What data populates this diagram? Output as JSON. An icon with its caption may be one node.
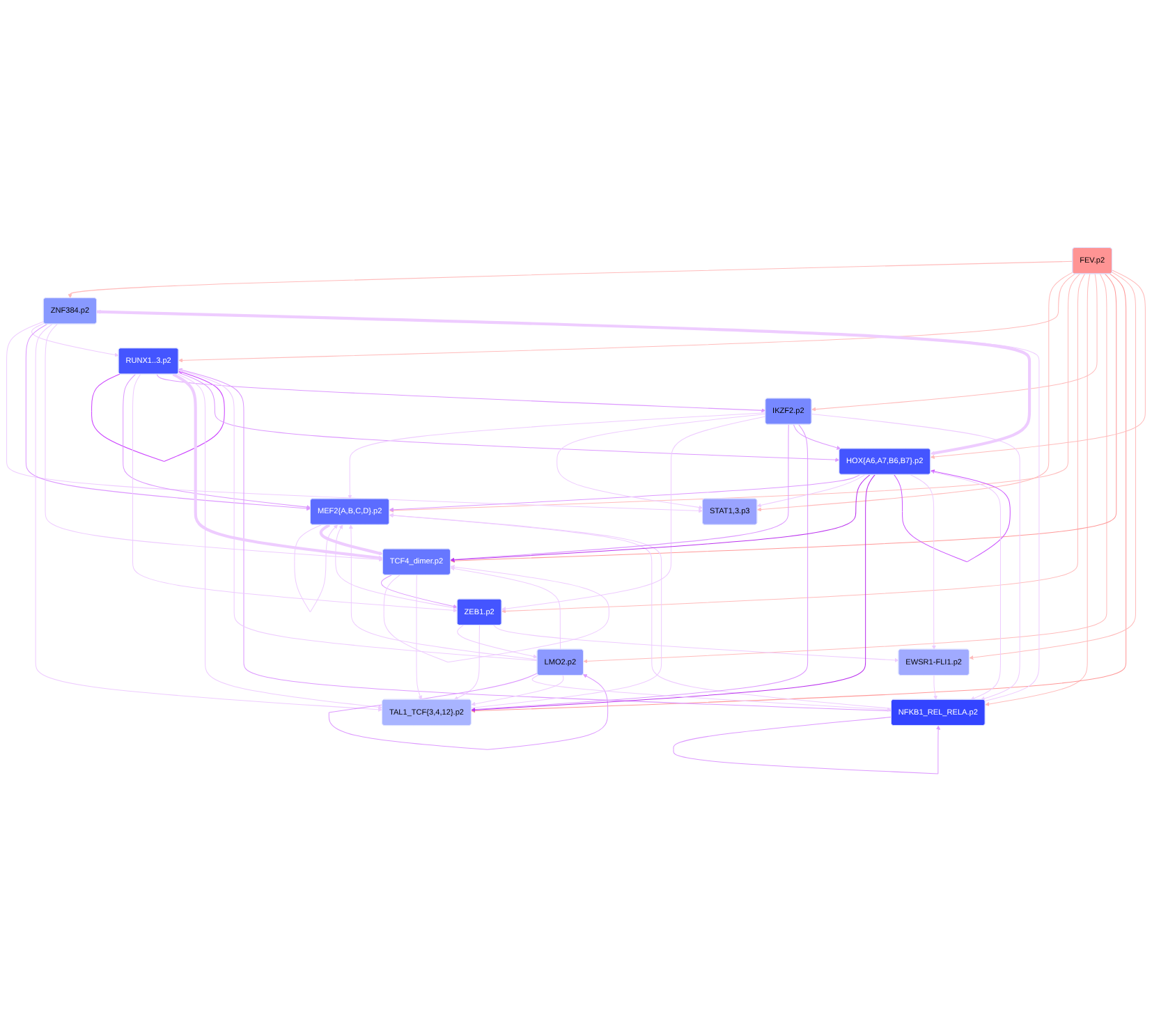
{
  "diagram": {
    "nodes": [
      {
        "text": [
          "ZNF384.p2"
        ]
      },
      {
        "text": [
          "STAT1,3.p3"
        ]
      },
      {
        "text": [
          "RUNX1..3.p2"
        ]
      },
      {
        "text": [
          "MEF2{A,B,C,D}.p2"
        ]
      },
      {
        "text": [
          "ZEB1.p2"
        ]
      },
      {
        "text": [
          "NFKB1_REL_RELA.p2"
        ]
      },
      {
        "text": [
          "FEV.p2"
        ]
      },
      {
        "text": [
          "IKZF2.p2"
        ]
      },
      {
        "text": [
          "LMO2.p2"
        ]
      },
      {
        "text": [
          "TCF4_dimer.p2"
        ]
      },
      {
        "text": [
          "EWSR1-FLI1.p2"
        ]
      },
      {
        "text": [
          "TAL1_TCF{3,4,12}.p2"
        ]
      },
      {
        "text": [
          "HOX{A6,A7,B6,B7}.p2"
        ]
      }
    ],
    "edges": [
      {
        "from": 6,
        "to": 0,
        "arrow": "to",
        "color": "#ffbbbb"
      },
      {
        "from": 6,
        "to": 1,
        "arrow": "to",
        "color": "#ffbbbb"
      },
      {
        "from": 6,
        "to": 2,
        "arrow": "to",
        "color": "#ffbbbb"
      },
      {
        "from": 6,
        "to": 3,
        "arrow": "to",
        "color": "#ffbbbb"
      },
      {
        "from": 6,
        "to": 4,
        "arrow": "to",
        "color": "#ffbbbb"
      },
      {
        "from": 6,
        "to": 5,
        "arrow": "to",
        "color": "#ffbbbb"
      },
      {
        "from": 6,
        "to": 7,
        "arrow": "to",
        "color": "#ffbbbb"
      },
      {
        "from": 6,
        "to": 8,
        "arrow": "to",
        "color": "#ffbbbb"
      },
      {
        "from": 6,
        "to": 9,
        "arrow": "to",
        "color": "#ff9999"
      },
      {
        "from": 6,
        "to": 11,
        "arrow": "to",
        "color": "#ff9999"
      },
      {
        "from": 6,
        "to": 10,
        "arrow": "to",
        "color": "#ffbbbb"
      },
      {
        "from": 6,
        "to": 12,
        "arrow": "to",
        "color": "#ffbbbb"
      },
      {
        "from": 0,
        "to": 1,
        "arrow": "to"
      },
      {
        "from": 0,
        "to": 2,
        "arrow": "to"
      },
      {
        "from": 0,
        "to": 3,
        "arrow": "to",
        "color": "#dd99ff"
      },
      {
        "from": 0,
        "to": 11,
        "arrow": "to"
      },
      {
        "from": 0,
        "to": 9,
        "arrow": "to"
      },
      {
        "from": 0,
        "to": 12,
        "arrow": "to",
        "style": "thick"
      },
      {
        "from": 5,
        "to": 0,
        "arrow": "to"
      },
      {
        "from": 2,
        "to": 2,
        "arrow": "to",
        "color": "#cc44ff"
      },
      {
        "from": 2,
        "to": 3,
        "arrow": "to",
        "color": "#dd99ff"
      },
      {
        "from": 5,
        "to": 2,
        "arrow": "to",
        "color": "#dd99ff"
      },
      {
        "from": 2,
        "to": 4,
        "arrow": "to"
      },
      {
        "from": 2,
        "to": 7,
        "arrow": "to",
        "color": "#dd99ff"
      },
      {
        "from": 2,
        "to": 9,
        "arrow": "to",
        "style": "thick"
      },
      {
        "from": 2,
        "to": 11,
        "arrow": "to"
      },
      {
        "from": 2,
        "to": 12,
        "arrow": "to",
        "color": "#dd99ff"
      },
      {
        "from": 8,
        "to": 2,
        "arrow": "to"
      },
      {
        "from": 3,
        "to": 3,
        "arrow": "to"
      },
      {
        "from": 4,
        "to": 3,
        "arrow": "to"
      },
      {
        "from": 7,
        "to": 3,
        "arrow": "to"
      },
      {
        "from": 12,
        "to": 3,
        "arrow": "to",
        "color": "#dd99ff"
      },
      {
        "from": 11,
        "to": 3,
        "arrow": "to"
      },
      {
        "from": 8,
        "to": 3,
        "arrow": "to"
      },
      {
        "from": 5,
        "to": 3,
        "arrow": "to"
      },
      {
        "from": 3,
        "to": 9,
        "arrow": "to",
        "style": "thick"
      },
      {
        "from": 7,
        "to": 1,
        "arrow": "to"
      },
      {
        "from": 12,
        "to": 1,
        "arrow": "to"
      },
      {
        "from": 4,
        "to": 8,
        "arrow": "to"
      },
      {
        "from": 4,
        "to": 11,
        "arrow": "to"
      },
      {
        "from": 4,
        "to": 10,
        "arrow": "to"
      },
      {
        "from": 7,
        "to": 4,
        "arrow": "to"
      },
      {
        "from": 9,
        "to": 4,
        "arrow": "to",
        "color": "#dd99ff"
      },
      {
        "from": 7,
        "to": 9,
        "arrow": "to",
        "color": "#dd99ff"
      },
      {
        "from": 7,
        "to": 12,
        "arrow": "to",
        "color": "#dd99ff"
      },
      {
        "from": 7,
        "to": 11,
        "arrow": "to",
        "color": "#dd99ff"
      },
      {
        "from": 7,
        "to": 5,
        "arrow": "to"
      },
      {
        "from": 5,
        "to": 5,
        "arrow": "to",
        "color": "#dd99ff"
      },
      {
        "from": 8,
        "to": 8,
        "arrow": "to",
        "color": "#dd99ff"
      },
      {
        "from": 9,
        "to": 9,
        "arrow": "to"
      },
      {
        "from": 9,
        "to": 11,
        "arrow": "to"
      },
      {
        "from": 12,
        "to": 9,
        "arrow": "to",
        "color": "#bb33ee"
      },
      {
        "from": 12,
        "to": 11,
        "arrow": "to",
        "color": "#bb33ee"
      },
      {
        "from": 12,
        "to": 12,
        "arrow": "to",
        "color": "#cc55ff"
      },
      {
        "from": 12,
        "to": 10,
        "arrow": "to"
      },
      {
        "from": 12,
        "to": 5,
        "arrow": "to"
      },
      {
        "from": 8,
        "to": 5,
        "arrow": "to"
      },
      {
        "from": 10,
        "to": 5,
        "arrow": "to"
      },
      {
        "from": 8,
        "to": 9,
        "arrow": "to"
      },
      {
        "from": 8,
        "to": 11,
        "arrow": "to"
      }
    ]
  }
}
